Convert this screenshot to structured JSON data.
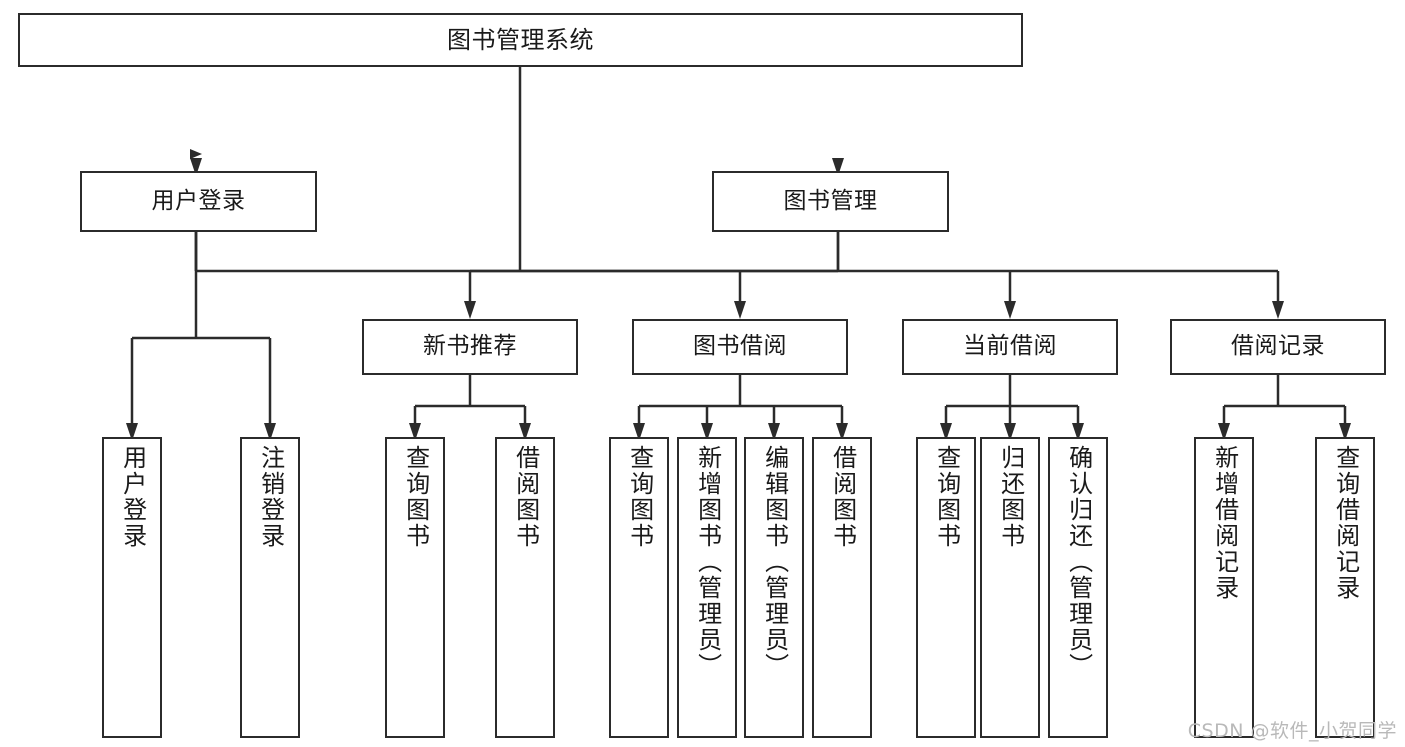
{
  "diagram": {
    "type": "tree",
    "title": "图书管理系统",
    "watermark": "CSDN @软件_小贺同学",
    "colors": {
      "box_border": "#2b2b2b",
      "box_fill": "#ffffff",
      "edge": "#2b2b2b",
      "text": "#1a1a1a",
      "watermark": "#b9b9b9",
      "background": "#ffffff"
    },
    "nodes": {
      "root": {
        "label": "图书管理系统",
        "level": 1
      },
      "user_login": {
        "label": "用户登录",
        "level": 2
      },
      "book_manage": {
        "label": "图书管理",
        "level": 2
      },
      "new_book_rec": {
        "label": "新书推荐",
        "level": 3
      },
      "book_borrow": {
        "label": "图书借阅",
        "level": 3
      },
      "current_borrow": {
        "label": "当前借阅",
        "level": 3
      },
      "borrow_record": {
        "label": "借阅记录",
        "level": 3
      },
      "leaf_user_login": {
        "label": "用户登录",
        "level": 3
      },
      "leaf_user_logout": {
        "label": "注销登录",
        "level": 3
      },
      "leaf_query_book_1": {
        "label": "查询图书",
        "level": 4
      },
      "leaf_borrow_book_1": {
        "label": "借阅图书",
        "level": 4
      },
      "leaf_query_book_2": {
        "label": "查询图书",
        "level": 4
      },
      "leaf_add_book": {
        "label": "新增图书（管理员）",
        "level": 4
      },
      "leaf_edit_book": {
        "label": "编辑图书（管理员）",
        "level": 4
      },
      "leaf_borrow_book_2": {
        "label": "借阅图书",
        "level": 4
      },
      "leaf_query_book_3": {
        "label": "查询图书",
        "level": 4
      },
      "leaf_return_book": {
        "label": "归还图书",
        "level": 4
      },
      "leaf_confirm_return": {
        "label": "确认归还（管理员）",
        "level": 4
      },
      "leaf_add_record": {
        "label": "新增借阅记录",
        "level": 4
      },
      "leaf_query_record": {
        "label": "查询借阅记录",
        "level": 4
      }
    },
    "edges": [
      {
        "from": "root",
        "to": "user_login"
      },
      {
        "from": "root",
        "to": "book_manage"
      },
      {
        "from": "user_login",
        "to": "leaf_user_login"
      },
      {
        "from": "user_login",
        "to": "leaf_user_logout"
      },
      {
        "from": "book_manage",
        "to": "new_book_rec"
      },
      {
        "from": "book_manage",
        "to": "book_borrow"
      },
      {
        "from": "book_manage",
        "to": "current_borrow"
      },
      {
        "from": "book_manage",
        "to": "borrow_record"
      },
      {
        "from": "new_book_rec",
        "to": "leaf_query_book_1"
      },
      {
        "from": "new_book_rec",
        "to": "leaf_borrow_book_1"
      },
      {
        "from": "book_borrow",
        "to": "leaf_query_book_2"
      },
      {
        "from": "book_borrow",
        "to": "leaf_add_book"
      },
      {
        "from": "book_borrow",
        "to": "leaf_edit_book"
      },
      {
        "from": "book_borrow",
        "to": "leaf_borrow_book_2"
      },
      {
        "from": "current_borrow",
        "to": "leaf_query_book_3"
      },
      {
        "from": "current_borrow",
        "to": "leaf_return_book"
      },
      {
        "from": "current_borrow",
        "to": "leaf_confirm_return"
      },
      {
        "from": "borrow_record",
        "to": "leaf_add_record"
      },
      {
        "from": "borrow_record",
        "to": "leaf_query_record"
      }
    ]
  }
}
